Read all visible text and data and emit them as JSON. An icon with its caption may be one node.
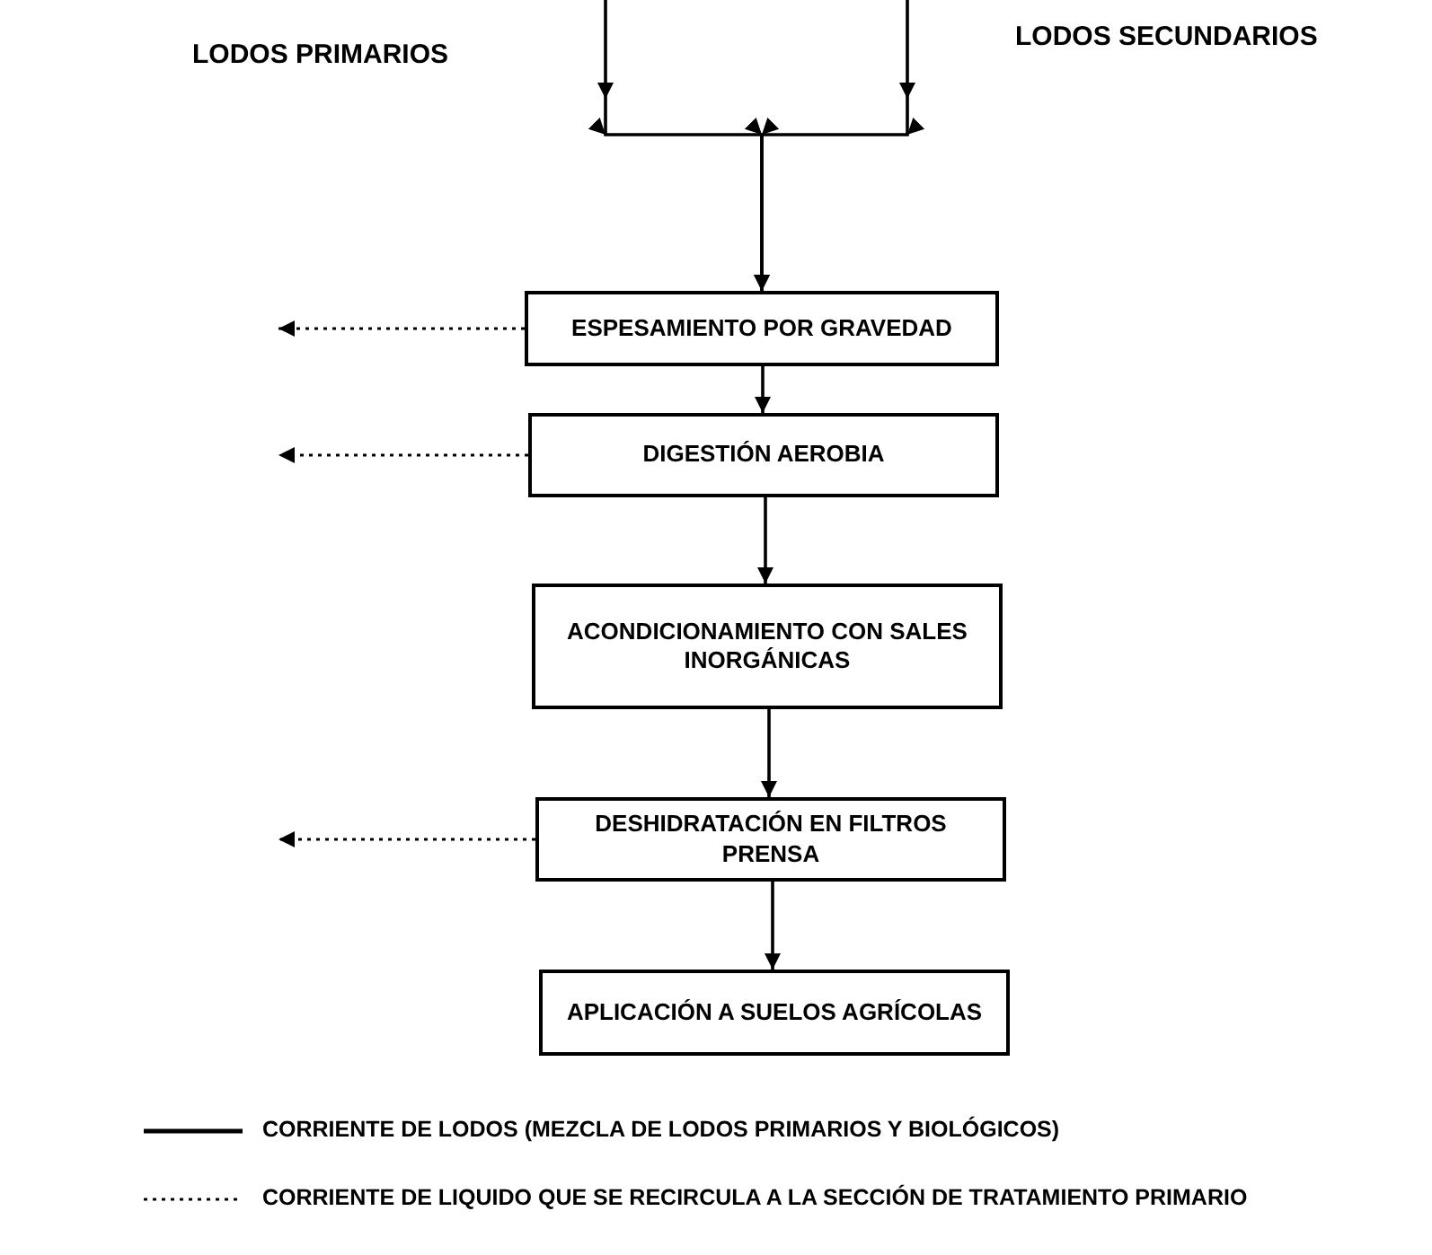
{
  "diagram": {
    "nodes": [
      {
        "text": [
          "ESPESAMIENTO POR GRAVEDAD"
        ]
      },
      {
        "text": [
          "DIGESTIÓN AEROBIA"
        ]
      },
      {
        "text": [
          "ACONDICIONAMIENTO CON SALES INORGÁNICAS"
        ]
      },
      {
        "text": [
          "DESHIDRATACIÓN EN FILTROS PRENSA"
        ]
      },
      {
        "text": [
          "APLICACIÓN A SUELOS AGRÍCOLAS"
        ]
      }
    ],
    "edges": [
      {
        "from": null,
        "to": 0,
        "arrow": "to"
      },
      {
        "from": null,
        "to": 0,
        "arrow": "to"
      },
      {
        "from": 0,
        "to": 1,
        "arrow": "to"
      },
      {
        "from": 1,
        "to": 2,
        "arrow": "to"
      },
      {
        "from": 2,
        "to": 3,
        "arrow": "to"
      },
      {
        "from": 3,
        "to": 4,
        "arrow": "to"
      },
      {
        "from": 0,
        "to": null,
        "arrow": "to",
        "style": "dashed"
      },
      {
        "from": 1,
        "to": null,
        "arrow": "to",
        "style": "dashed"
      },
      {
        "from": 3,
        "to": null,
        "arrow": "to",
        "style": "dashed"
      }
    ],
    "labels": [
      "LODOS PRIMARIOS",
      "LODOS SECUNDARIOS"
    ],
    "legend": [
      {
        "text": "CORRIENTE DE LODOS (MEZCLA DE LODOS PRIMARIOS Y BIOLÓGICOS)"
      },
      {
        "text": "CORRIENTE DE LIQUIDO QUE SE RECIRCULA A LA SECCIÓN DE TRATAMIENTO PRIMARIO"
      }
    ]
  }
}
